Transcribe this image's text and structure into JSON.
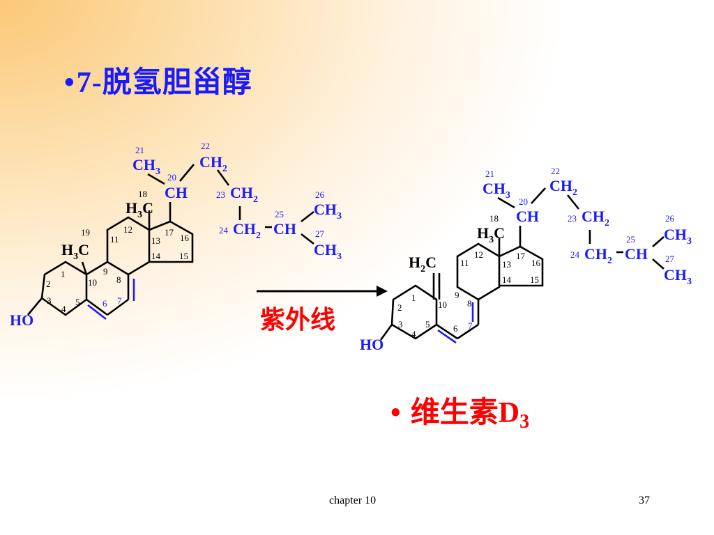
{
  "slide": {
    "title_bullet": "•",
    "title": "7-脱氢胆甾醇",
    "reaction_label": "紫外线",
    "product_bullet": "•",
    "product_name": "维生素D",
    "product_subscript": "3",
    "footer_center": "chapter 10",
    "footer_page": "37"
  },
  "molecule_left": {
    "groups": {
      "ho": "HO",
      "h3c_19_H": "H",
      "h3c_19_3": "3",
      "h3c_19_C": "C",
      "h3c_18_H": "H",
      "h3c_18_3": "3",
      "h3c_18_C": "C",
      "ch3_21": "CH",
      "ch3_21_sub": "3",
      "ch_20": "CH",
      "ch2_22": "CH",
      "ch2_22_sub": "2",
      "ch2_23": "CH",
      "ch2_23_sub": "2",
      "ch2_24": "CH",
      "ch2_24_sub": "2",
      "ch_25": "CH",
      "ch3_26": "CH",
      "ch3_26_sub": "3",
      "ch3_27": "CH",
      "ch3_27_sub": "3"
    },
    "numbers": [
      "1",
      "2",
      "3",
      "4",
      "5",
      "6",
      "7",
      "8",
      "9",
      "10",
      "11",
      "12",
      "13",
      "14",
      "15",
      "16",
      "17",
      "18",
      "19",
      "20",
      "21",
      "22",
      "23",
      "24",
      "25",
      "26",
      "27"
    ]
  },
  "molecule_right": {
    "groups": {
      "ho": "HO",
      "h2c_H": "H",
      "h2c_2": "2",
      "h2c_C": "C",
      "h3c_18_H": "H",
      "h3c_18_3": "3",
      "h3c_18_C": "C",
      "ch3_21": "CH",
      "ch3_21_sub": "3",
      "ch_20": "CH",
      "ch2_22": "CH",
      "ch2_22_sub": "2",
      "ch2_23": "CH",
      "ch2_23_sub": "2",
      "ch2_24": "CH",
      "ch2_24_sub": "2",
      "ch_25": "CH",
      "ch3_26": "CH",
      "ch3_26_sub": "3",
      "ch3_27": "CH",
      "ch3_27_sub": "3"
    },
    "numbers": [
      "1",
      "2",
      "3",
      "4",
      "5",
      "6",
      "7",
      "8",
      "9",
      "10",
      "11",
      "12",
      "13",
      "14",
      "15",
      "16",
      "17",
      "18",
      "20",
      "21",
      "22",
      "23",
      "24",
      "25",
      "26",
      "27"
    ]
  },
  "colors": {
    "accent_blue": "#1a1aff",
    "accent_red": "#ff0000",
    "background_warm": "#fbc877"
  }
}
